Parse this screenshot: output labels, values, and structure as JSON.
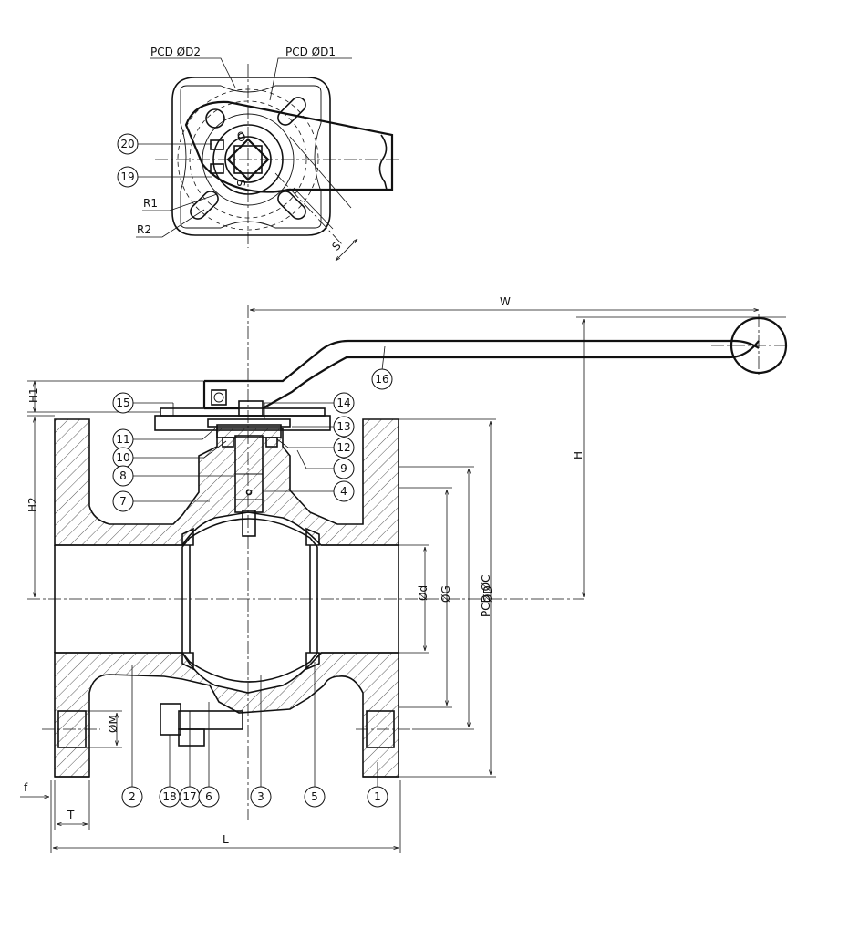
{
  "top_view": {
    "pcd_d2": "PCD ØD2",
    "pcd_d1": "PCD ØD1",
    "r1": "R1",
    "r2": "R2",
    "s": "S",
    "marks": [
      "O",
      "S"
    ]
  },
  "dimensions": {
    "W": "W",
    "H": "H",
    "H1": "H1",
    "H2": "H2",
    "L": "L",
    "f": "f",
    "T": "T",
    "M": "ØM",
    "d": "Ød",
    "G": "ØG",
    "C": "PCD ØC",
    "D": "ØD"
  },
  "parts": [
    "1",
    "2",
    "3",
    "4",
    "5",
    "6",
    "7",
    "8",
    "9",
    "10",
    "11",
    "12",
    "13",
    "14",
    "15",
    "16",
    "17",
    "18",
    "19",
    "20"
  ]
}
